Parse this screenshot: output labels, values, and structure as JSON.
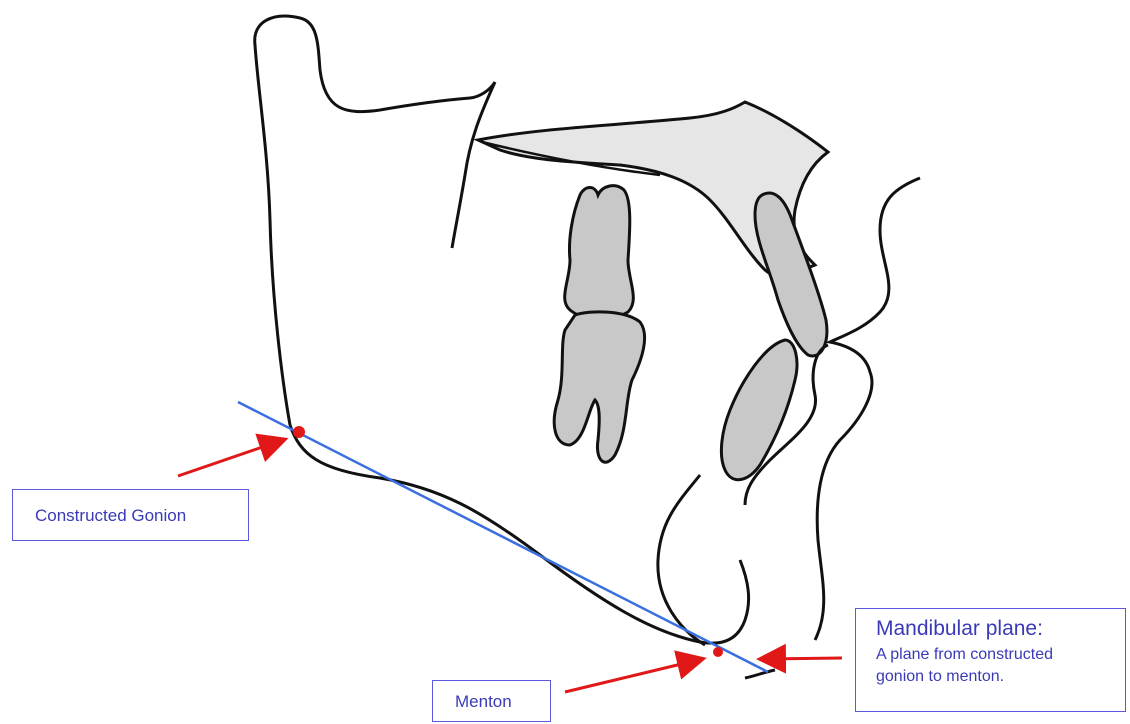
{
  "labels": {
    "constructed_gonion": "Constructed Gonion",
    "menton": "Menton",
    "mandibular_plane_title": "Mandibular plane:",
    "mandibular_plane_desc_line1": "A plane from constructed",
    "mandibular_plane_desc_line2": "gonion to menton."
  },
  "colors": {
    "outline": "#111111",
    "tooth_fill": "#c8c8c8",
    "palate_fill": "#e6e6e6",
    "plane_line": "#3a6fe0",
    "landmark_dot": "#e01818",
    "arrow": "#e01818",
    "label_border": "#5a5ae0",
    "label_text": "#3a3ab8"
  }
}
